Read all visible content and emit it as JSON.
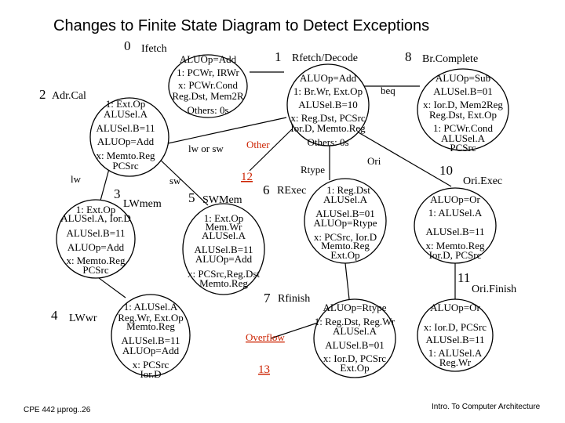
{
  "title": "Changes to Finite State Diagram to Detect Exceptions",
  "footer": {
    "left": "CPE 442 µprog..26",
    "right": "Intro. To Computer Architecture"
  },
  "colors": {
    "highlight": "#cc2200",
    "ink": "#000000",
    "background": "#ffffff"
  },
  "states": {
    "s0": {
      "number": "0",
      "name": "Ifetch",
      "lines": [
        "ALUOp=Add",
        "1: PCWr, IRWr",
        "x: PCWr.Cond",
        "Reg.Dst, Mem2R",
        "Others: 0s"
      ]
    },
    "s1": {
      "number": "1",
      "name": "Rfetch/Decode",
      "lines": [
        "ALUOp=Add",
        "1: Br.Wr, Ext.Op",
        "ALUSel.B=10",
        "x: Reg.Dst, PCSrc",
        "Ior.D, Memto.Reg",
        "Others: 0s"
      ]
    },
    "s8": {
      "number": "8",
      "name": "Br.Complete",
      "lines": [
        "ALUOp=Sub",
        "ALUSel.B=01",
        "x: Ior.D, Mem2Reg",
        "Reg.Dst, Ext.Op",
        "1: PCWr.Cond",
        "ALUSel.A",
        "PCSrc"
      ]
    },
    "s2": {
      "number": "2",
      "name": "Adr.Cal",
      "lines": [
        "1: Ext.Op",
        "ALUSel.A",
        "ALUSel.B=11",
        "ALUOp=Add",
        "x: Memto.Reg",
        "PCSrc"
      ]
    },
    "s3": {
      "number": "3",
      "name": "LWmem",
      "lines": [
        "1: Ext.Op",
        "ALUSel.A, Ior.D",
        "ALUSel.B=11",
        "ALUOp=Add",
        "x: Memto.Reg",
        "PCSrc"
      ]
    },
    "s4": {
      "number": "4",
      "name": "LWwr",
      "lines": [
        "1: ALUSel.A",
        "Reg.Wr, Ext.Op",
        "Memto.Reg",
        "ALUSel.B=11",
        "ALUOp=Add",
        "x: PCSrc",
        "Ior.D"
      ]
    },
    "s5": {
      "number": "5",
      "name": "SWMem",
      "lines": [
        "1: Ext.Op",
        "Mem.Wr",
        "ALUSel.A",
        "ALUSel.B=11",
        "ALUOp=Add",
        "x: PCSrc,Reg.Dst",
        "Memto.Reg"
      ]
    },
    "s6": {
      "number": "6",
      "name": "RExec",
      "lines": [
        "1: Reg.Dst",
        "ALUSel.A",
        "ALUSel.B=01",
        "ALUOp=Rtype",
        "x: PCSrc, Ior.D",
        "Memto.Reg",
        "Ext.Op"
      ]
    },
    "s7": {
      "number": "7",
      "name": "Rfinish",
      "lines": [
        "ALUOp=Rtype",
        "1: Reg.Dst, Reg.Wr",
        "ALUSel.A",
        "ALUSel.B=01",
        "x: Ior.D, PCSrc",
        "Ext.Op"
      ]
    },
    "s10": {
      "number": "10",
      "name": "Ori.Exec",
      "lines": [
        "ALUOp=Or",
        "1: ALUSel.A",
        "",
        "ALUSel.B=11",
        "x: Memto.Reg",
        "Ior.D, PCSrc"
      ]
    },
    "s11": {
      "number": "11",
      "name": "Ori.Finish",
      "lines": [
        "ALUOp=Or",
        "",
        "x: Ior.D, PCSrc",
        "ALUSel.B=11",
        "1: ALUSel.A",
        "Reg.Wr"
      ]
    }
  },
  "transitions": {
    "beq": "beq",
    "lw_or_sw": "lw or sw",
    "other": "Other",
    "rtype": "Rtype",
    "ori": "Ori",
    "lw": "lw",
    "sw": "sw",
    "overflow": "Overflow"
  },
  "exception_states": {
    "e12": "12",
    "e13": "13"
  }
}
